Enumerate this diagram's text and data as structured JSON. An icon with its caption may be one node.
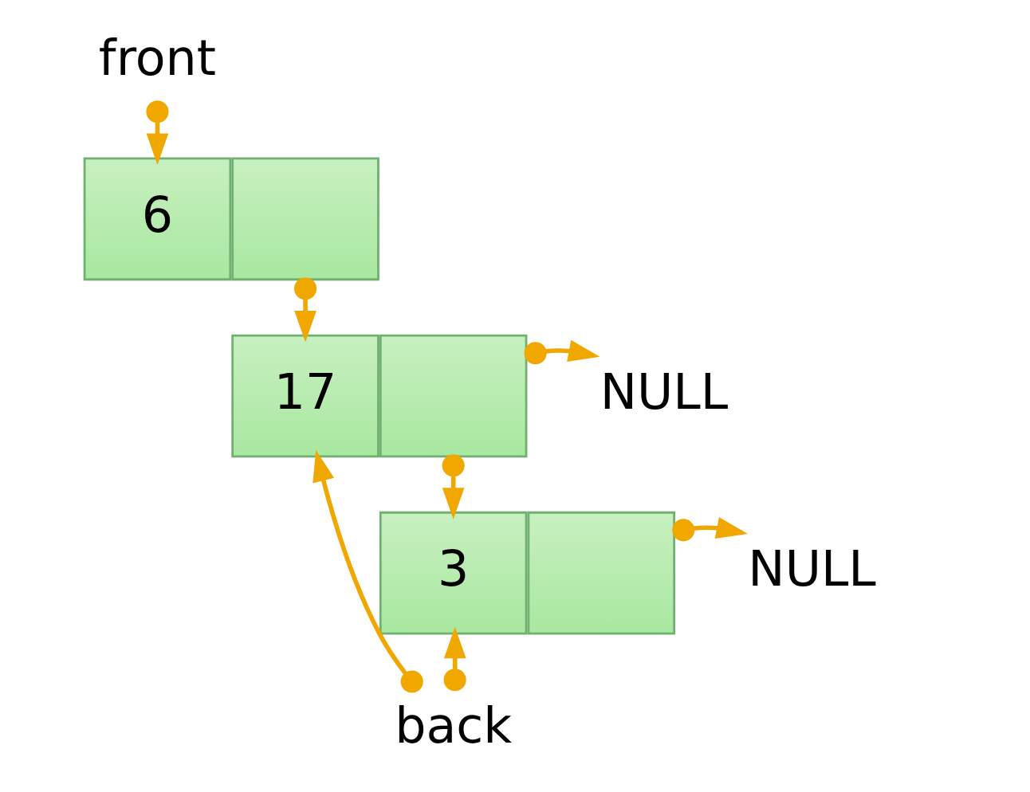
{
  "diagram": {
    "nodes": [
      {
        "text": [
          "front"
        ]
      },
      {
        "text": [
          "6"
        ]
      },
      {
        "text": [],
        "shape": "box"
      },
      {
        "text": [
          "17"
        ]
      },
      {
        "text": [],
        "shape": "box"
      },
      {
        "text": [
          "NULL"
        ]
      },
      {
        "text": [
          "3"
        ]
      },
      {
        "text": [],
        "shape": "box"
      },
      {
        "text": [
          "NULL"
        ]
      },
      {
        "text": [
          "back"
        ]
      }
    ],
    "edges": [
      {
        "from": 0,
        "to": 1,
        "arrow": "to"
      },
      {
        "from": 2,
        "to": 3,
        "arrow": "to"
      },
      {
        "from": 4,
        "to": 5,
        "arrow": "to"
      },
      {
        "from": 4,
        "to": 6,
        "arrow": "to"
      },
      {
        "from": 7,
        "to": 8,
        "arrow": "to"
      },
      {
        "from": 9,
        "to": 3,
        "arrow": "to"
      },
      {
        "from": 9,
        "to": 6,
        "arrow": "to"
      }
    ]
  }
}
